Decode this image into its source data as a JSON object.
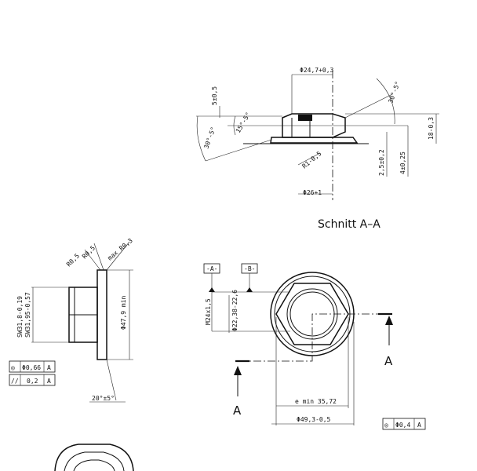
{
  "section_view": {
    "title": "Schnitt A–A",
    "dims": {
      "d_top": "Φ24,7+0,3",
      "d_bottom": "Φ26+1",
      "h5": "5±0,5",
      "h18": "18-0,3",
      "h2_5": "2,5±0,2",
      "h4": "4±0,25",
      "angle_left_outer": "30°-5°",
      "angle_left_inner": "15°-5°",
      "angle_right": "30°-5°",
      "r1": "R1-0,5"
    }
  },
  "side_view": {
    "dims": {
      "r05a": "R0,5",
      "r05b": "R0,5",
      "rmax": "max R0,3",
      "sw1": "SW31,8-0,19",
      "sw2": "SW31,95-0,57",
      "d479": "Φ47,9 min",
      "angle": "20°±5°"
    },
    "tolerance_frames": [
      {
        "symbol": "◎",
        "value": "Φ0,66",
        "datum": "A"
      },
      {
        "symbol": "//",
        "value": "0,2",
        "datum": "A"
      }
    ]
  },
  "top_view": {
    "datum_a": "-A-",
    "datum_b": "-B-",
    "dims": {
      "thread": "M24x1,5",
      "d_inner": "Φ22,38-22,6",
      "e_min": "e min 35,72",
      "d493": "Φ49,3-0,5"
    },
    "section_marks": [
      "A",
      "A"
    ],
    "tolerance_frame": {
      "symbol": "◎",
      "value": "Φ0,4",
      "datum": "A"
    }
  }
}
